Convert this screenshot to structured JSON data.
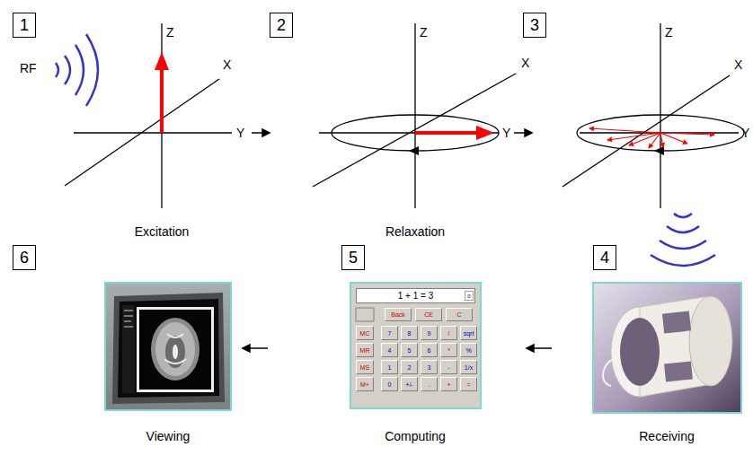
{
  "diagram": {
    "nodes": [
      {
        "text": [
          "1"
        ]
      },
      {
        "text": [
          "2"
        ]
      },
      {
        "text": [
          "3"
        ]
      },
      {
        "text": [
          "6"
        ]
      },
      {
        "text": [
          "5"
        ]
      },
      {
        "text": [
          "4"
        ]
      },
      {
        "text": [
          "1 + 1 = 3"
        ]
      },
      {
        "text": [
          "0"
        ],
        "in": 6
      },
      {
        "text": [
          "Back"
        ]
      },
      {
        "text": [
          "CE"
        ]
      },
      {
        "text": [
          "C"
        ]
      },
      {
        "text": [
          "MC"
        ]
      },
      {
        "text": [
          "7"
        ]
      },
      {
        "text": [
          "8"
        ]
      },
      {
        "text": [
          "9"
        ]
      },
      {
        "text": [
          "/"
        ]
      },
      {
        "text": [
          "sqrt"
        ]
      },
      {
        "text": [
          "MR"
        ]
      },
      {
        "text": [
          "4"
        ]
      },
      {
        "text": [
          "5"
        ]
      },
      {
        "text": [
          "6"
        ]
      },
      {
        "text": [
          "*"
        ]
      },
      {
        "text": [
          "%"
        ]
      },
      {
        "text": [
          "MS"
        ]
      },
      {
        "text": [
          "1"
        ]
      },
      {
        "text": [
          "2"
        ]
      },
      {
        "text": [
          "3"
        ]
      },
      {
        "text": [
          "-"
        ]
      },
      {
        "text": [
          "1/x"
        ]
      },
      {
        "text": [
          "M+"
        ]
      },
      {
        "text": [
          "0"
        ]
      },
      {
        "text": [
          "+/-"
        ]
      },
      {
        "text": [
          "."
        ]
      },
      {
        "text": [
          "+"
        ]
      },
      {
        "text": [
          "="
        ]
      }
    ],
    "labels": [
      "RF",
      "Z",
      "X",
      "Y",
      "Excitation",
      "Z",
      "X",
      "Y",
      "Relaxation",
      "Z",
      "X",
      "Y",
      "Viewing",
      "Computing",
      "Receiving"
    ]
  }
}
